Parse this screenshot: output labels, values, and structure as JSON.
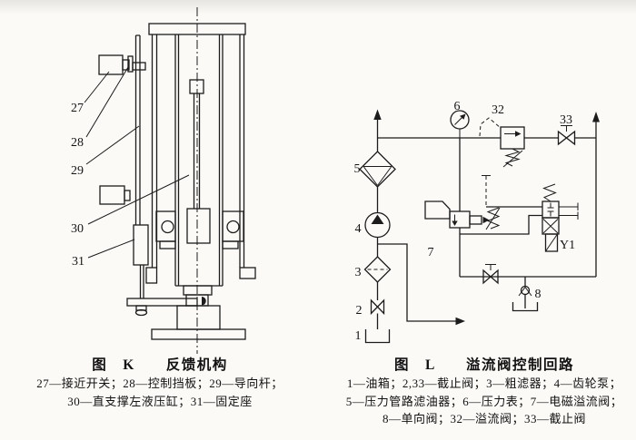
{
  "figure_k": {
    "title": "图　K　　反馈机构",
    "caption_lines": [
      "27—接近开关；28—控制挡板；29—导向杆；",
      "30—直支撑左液压缸；31—固定座"
    ],
    "part_labels": {
      "p27": "27",
      "p28": "28",
      "p29": "29",
      "p30": "30",
      "p31": "31"
    }
  },
  "figure_l": {
    "title": "图　L　　溢流阀控制回路",
    "caption_lines": [
      "1—油箱；2,33—截止阀；3—粗滤器；4—齿轮泵；",
      "5—压力管路滤油器；6—压力表；7—电磁溢流阀；",
      "8—单向阀；32—溢流阀；33—截止阀"
    ],
    "part_labels": {
      "p1": "1",
      "p2": "2",
      "p3": "3",
      "p4": "4",
      "p5": "5",
      "p6": "6",
      "p7": "7",
      "p8": "8",
      "p32": "32",
      "p33": "33",
      "y1": "Y1"
    }
  },
  "colors": {
    "ink": "#1c1c1c",
    "paper": "#fbfaf7"
  }
}
